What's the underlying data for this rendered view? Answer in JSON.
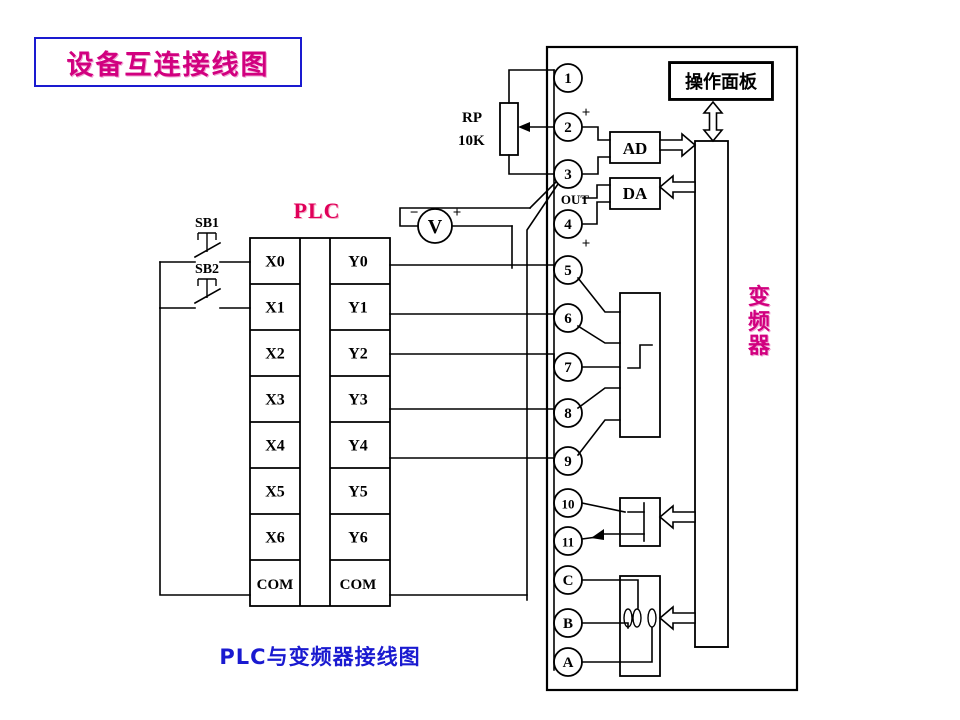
{
  "title": {
    "text": "设备互连接线图",
    "border_color": "#1a1ad0",
    "text_color": "#d1007f"
  },
  "caption": {
    "text": "PLC与变频器接线图",
    "color": "#1a1ad0"
  },
  "plc": {
    "heading": "PLC",
    "heading_color": "#e0005a",
    "inputs": [
      "X0",
      "X1",
      "X2",
      "X3",
      "X4",
      "X5",
      "X6",
      "COM"
    ],
    "outputs": [
      "Y0",
      "Y1",
      "Y2",
      "Y3",
      "Y4",
      "Y5",
      "Y6",
      "COM"
    ]
  },
  "switches": [
    {
      "label": "SB1"
    },
    {
      "label": "SB2"
    }
  ],
  "potentiometer": {
    "label": "RP",
    "value": "10K"
  },
  "voltmeter": {
    "label": "V",
    "minus": "−",
    "plus": "+"
  },
  "inverter": {
    "label_chars": [
      "变",
      "频",
      "器"
    ],
    "label_color": "#d1007f",
    "terminals": [
      {
        "id": "1",
        "sign": ""
      },
      {
        "id": "2",
        "sign": "+"
      },
      {
        "id": "3",
        "sign": ""
      },
      {
        "id": "4",
        "sign": "+"
      },
      {
        "id": "5",
        "sign": ""
      },
      {
        "id": "6",
        "sign": ""
      },
      {
        "id": "7",
        "sign": ""
      },
      {
        "id": "8",
        "sign": ""
      },
      {
        "id": "9",
        "sign": ""
      },
      {
        "id": "10",
        "sign": ""
      },
      {
        "id": "11",
        "sign": ""
      },
      {
        "id": "C",
        "sign": ""
      },
      {
        "id": "B",
        "sign": ""
      },
      {
        "id": "A",
        "sign": ""
      }
    ],
    "out_label": "OUT",
    "blocks": {
      "ad": "AD",
      "da": "DA",
      "panel": "操作面板"
    }
  }
}
